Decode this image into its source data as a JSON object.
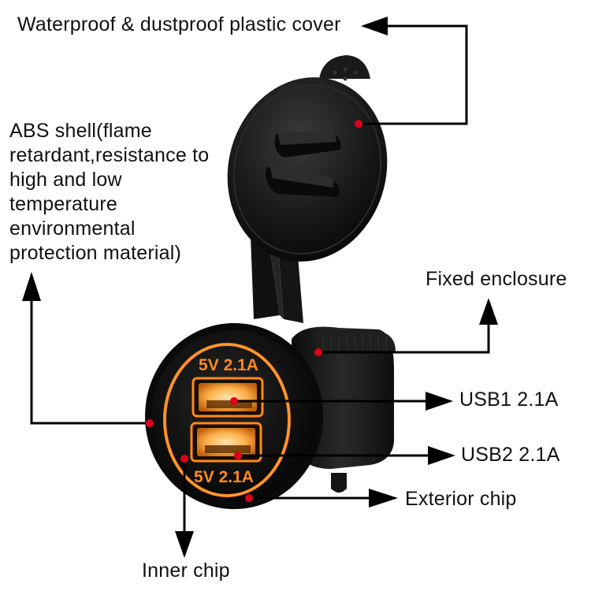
{
  "labels": {
    "cover": "Waterproof & dustproof plastic cover",
    "shell": [
      "ABS shell(flame",
      "retardant,resistance to",
      "high and low",
      "temperature",
      "environmental",
      "protection material)"
    ],
    "enclosure": "Fixed enclosure",
    "usb1": "USB1 2.1A",
    "usb2": "USB2 2.1A",
    "exterior_chip": "Exterior chip",
    "inner_chip": "Inner chip"
  },
  "faceplate_text": {
    "top": "5V 2.1A",
    "bottom": "5V 2.1A"
  },
  "colors": {
    "glow": "#ff8a1c",
    "marker": "#e0001b",
    "body": "#141414",
    "line": "#000000"
  }
}
